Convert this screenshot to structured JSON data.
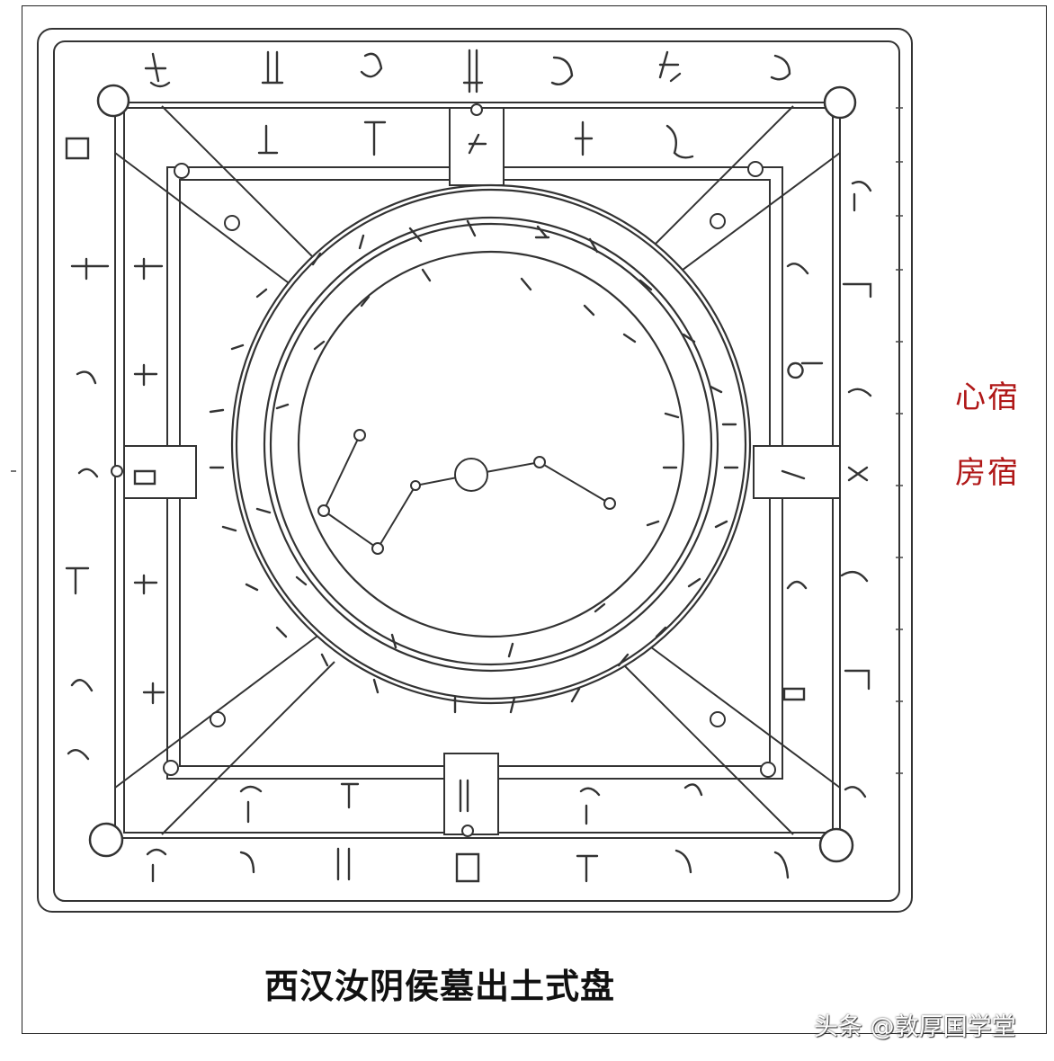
{
  "side_labels": {
    "upper": "心宿",
    "lower": "房宿"
  },
  "caption": "西汉汝阴侯墓出土式盘",
  "watermark": "头条 @敦厚国学堂",
  "colors": {
    "label_red": "#b01818",
    "ink": "#333333"
  }
}
